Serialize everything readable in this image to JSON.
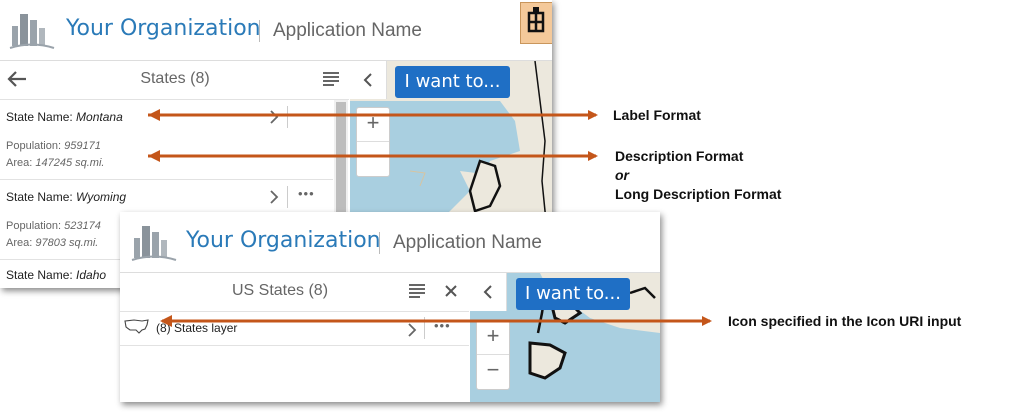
{
  "top_window": {
    "org_name": "Your Organization",
    "app_name": "Application Name",
    "panel_title": "States (8)",
    "i_want_to": "I want to...",
    "items": [
      {
        "label_prefix": "State Name:",
        "label_value": "Montana",
        "pop_prefix": "Population:",
        "pop_value": "959171",
        "area_prefix": "Area:",
        "area_value": "147245 sq.mi."
      },
      {
        "label_prefix": "State Name:",
        "label_value": "Wyoming",
        "pop_prefix": "Population:",
        "pop_value": "523174",
        "area_prefix": "Area:",
        "area_value": "97803 sq.mi."
      },
      {
        "label_prefix": "State Name:",
        "label_value": "Idaho"
      }
    ],
    "more_glyph": "•••",
    "zoom_in": "+"
  },
  "bottom_window": {
    "org_name": "Your Organization",
    "app_name": "Application Name",
    "panel_title": "US States (8)",
    "i_want_to": "I want to...",
    "layer_label": "(8) States layer",
    "more_glyph": "•••",
    "zoom_in": "+",
    "zoom_out": "−"
  },
  "annotations": {
    "label_format": "Label Format",
    "description_format": "Description Format",
    "or": "or",
    "long_description_format": "Long Description Format",
    "icon_uri": "Icon specified in the Icon URI input"
  },
  "colors": {
    "accent": "#2a7ab8",
    "button": "#1f6fc5",
    "arrow": "#c4561a",
    "map_water": "#a9cfe0",
    "map_land": "#ece8dd"
  }
}
